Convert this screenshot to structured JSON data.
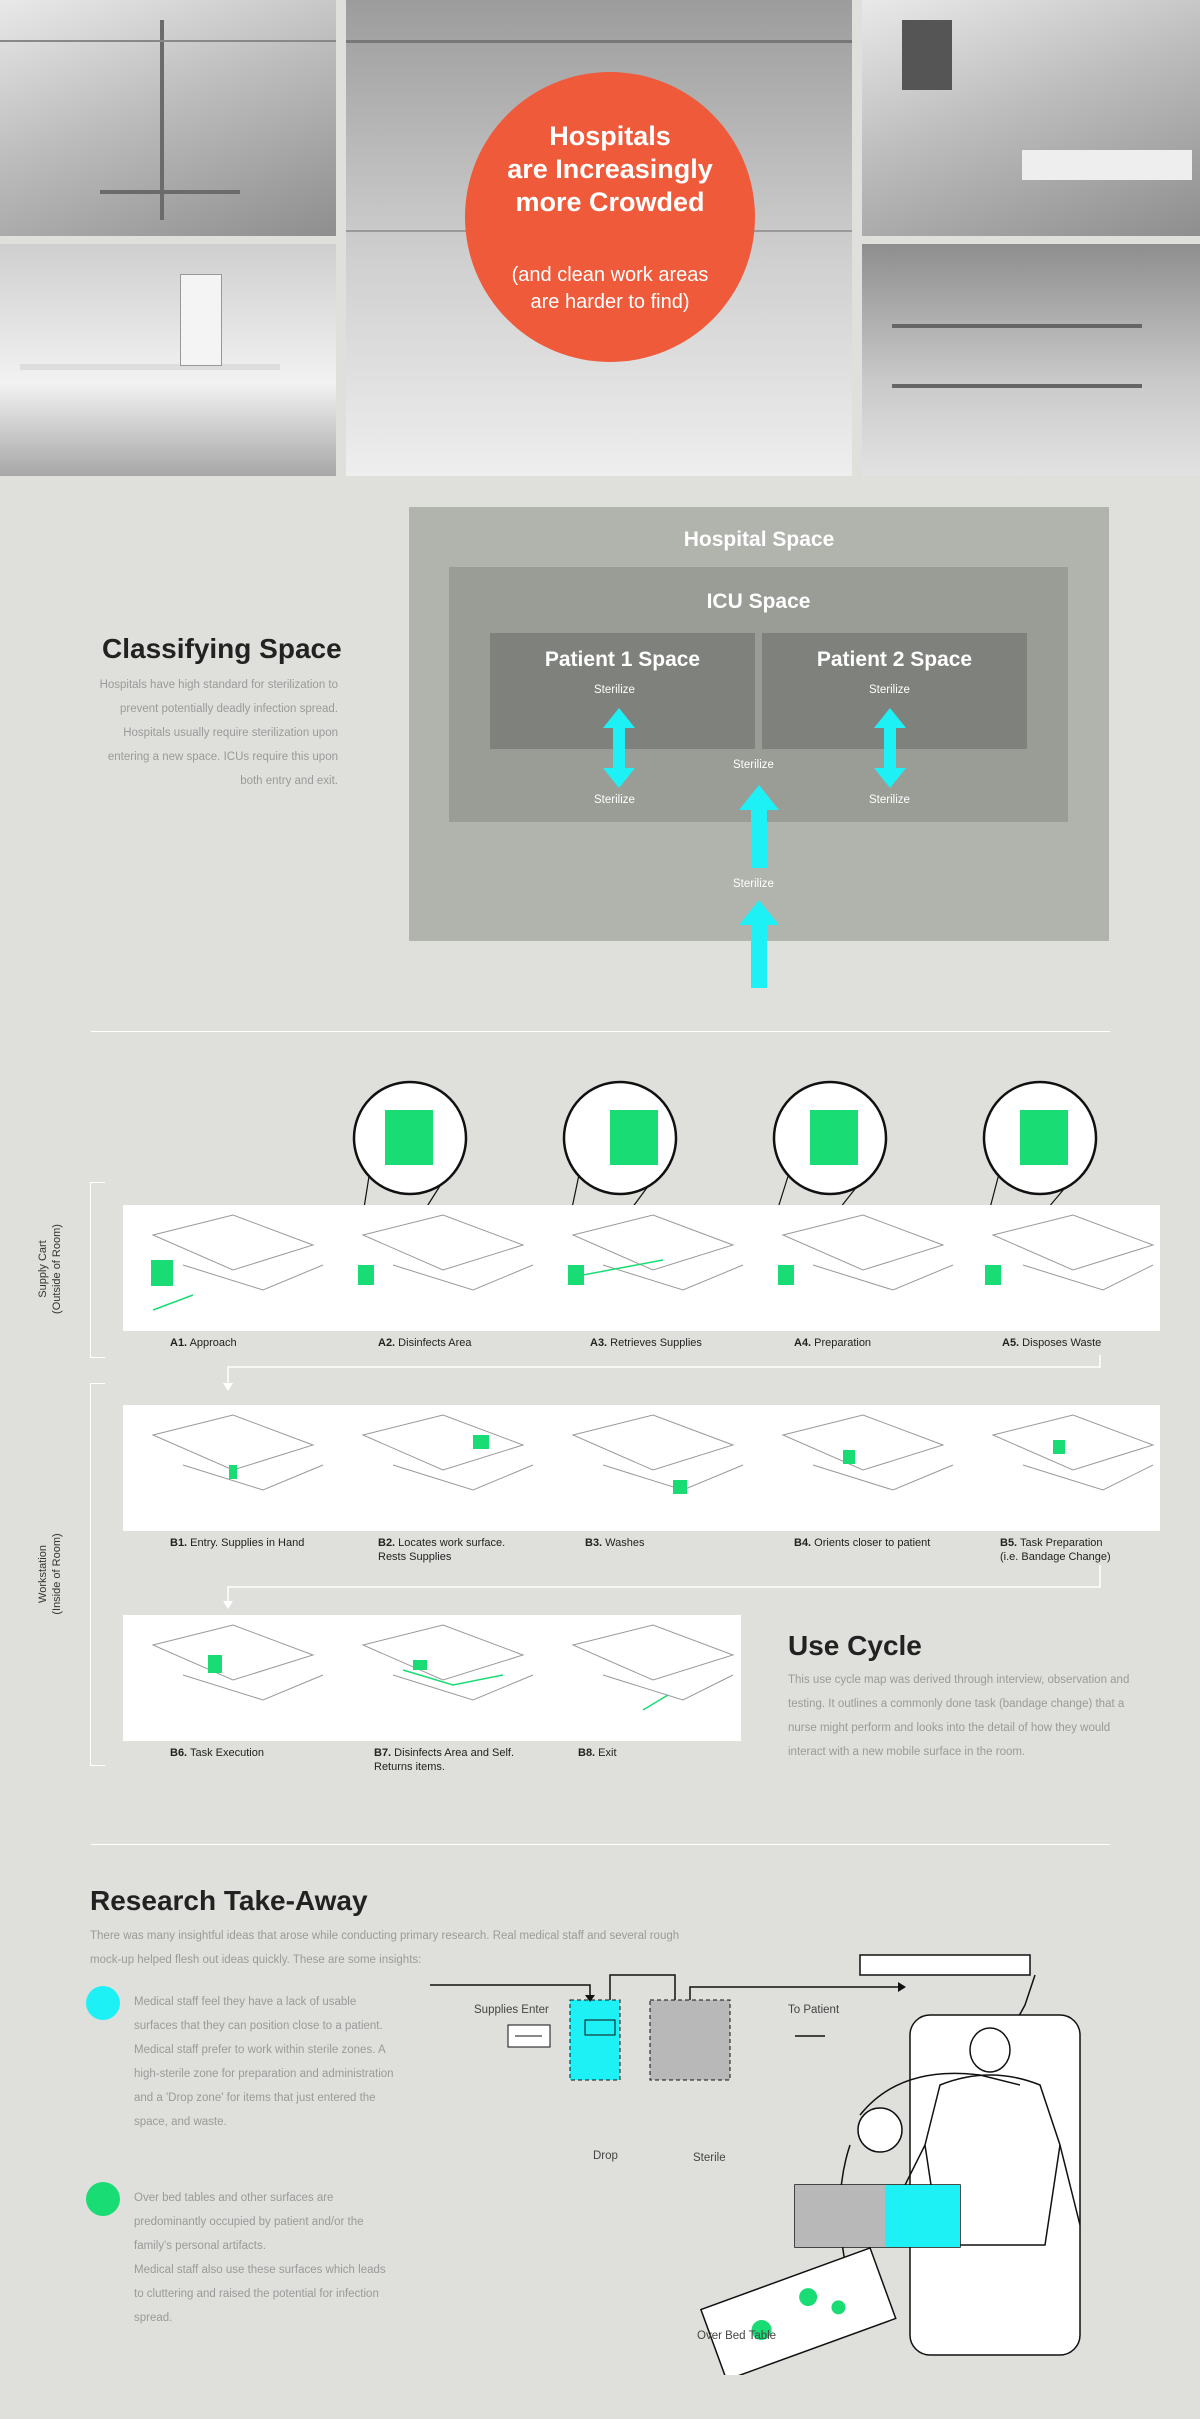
{
  "hero": {
    "headline": "Hospitals\nare Increasingly\nmore Crowded",
    "sub": "(and clean work areas\nare harder to find)"
  },
  "classifying": {
    "title": "Classifying Space",
    "body": "Hospitals have high standard for sterilization to prevent  potentially deadly infection spread.  Hospitals usually require sterilization upon entering a new space. ICUs require this upon both entry and exit.",
    "hospital_label": "Hospital Space",
    "icu_label": "ICU Space",
    "patient1_label": "Patient 1 Space",
    "patient2_label": "Patient 2 Space",
    "sterilize": "Sterilize"
  },
  "use_cycle": {
    "supply_label": "Supply Cart\n(Outside of Room)",
    "workstation_label": "Workstation\n(Inside of Room)",
    "row_a": [
      {
        "id": "A1.",
        "text": " Approach"
      },
      {
        "id": "A2.",
        "text": " Disinfects Area"
      },
      {
        "id": "A3.",
        "text": " Retrieves Supplies"
      },
      {
        "id": "A4.",
        "text": " Preparation"
      },
      {
        "id": "A5.",
        "text": " Disposes Waste"
      }
    ],
    "row_b": [
      {
        "id": "B1.",
        "text": " Entry. Supplies in Hand"
      },
      {
        "id": "B2.",
        "text": " Locates work surface.\nRests Supplies"
      },
      {
        "id": "B3.",
        "text": " Washes"
      },
      {
        "id": "B4.",
        "text": " Orients closer to patient"
      },
      {
        "id": "B5.",
        "text": " Task Preparation\n(i.e. Bandage Change)"
      }
    ],
    "row_c": [
      {
        "id": "B6.",
        "text": " Task Execution"
      },
      {
        "id": "B7.",
        "text": " Disinfects Area and Self.\nReturns items."
      },
      {
        "id": "B8.",
        "text": " Exit"
      }
    ],
    "title": "Use Cycle",
    "body": "This use cycle map was derived through interview, observation and testing. It outlines a commonly done task (bandage change) that a nurse might perform and looks into the detail of how they would interact with a new mobile surface in the room."
  },
  "research": {
    "title": "Research Take-Away",
    "intro": "There was many insightful ideas that arose while conducting primary research. Real medical staff and several rough mock-up helped flesh out ideas quickly. These are some insights:",
    "bullet1": "Medical staff feel they have a lack of usable surfaces that they can position close to a patient.\nMedical staff prefer to work within sterile zones. A high-sterile zone for preparation and administration and a 'Drop zone' for items that just entered the space, and waste.",
    "bullet2": "Over bed tables and other surfaces are predominantly occupied by patient and/or the family's personal artifacts.\nMedical staff also use these surfaces which leads to cluttering and raised the potential for infection spread.",
    "supplies_enter": "Supplies Enter",
    "to_patient": "To Patient",
    "drop": "Drop",
    "sterile": "Sterile",
    "over_bed_table": "Over Bed Table"
  },
  "colors": {
    "accent_orange": "#ee5a3a",
    "cyan": "#1ef1f6",
    "green": "#19dd74",
    "background": "#dfe0db"
  }
}
